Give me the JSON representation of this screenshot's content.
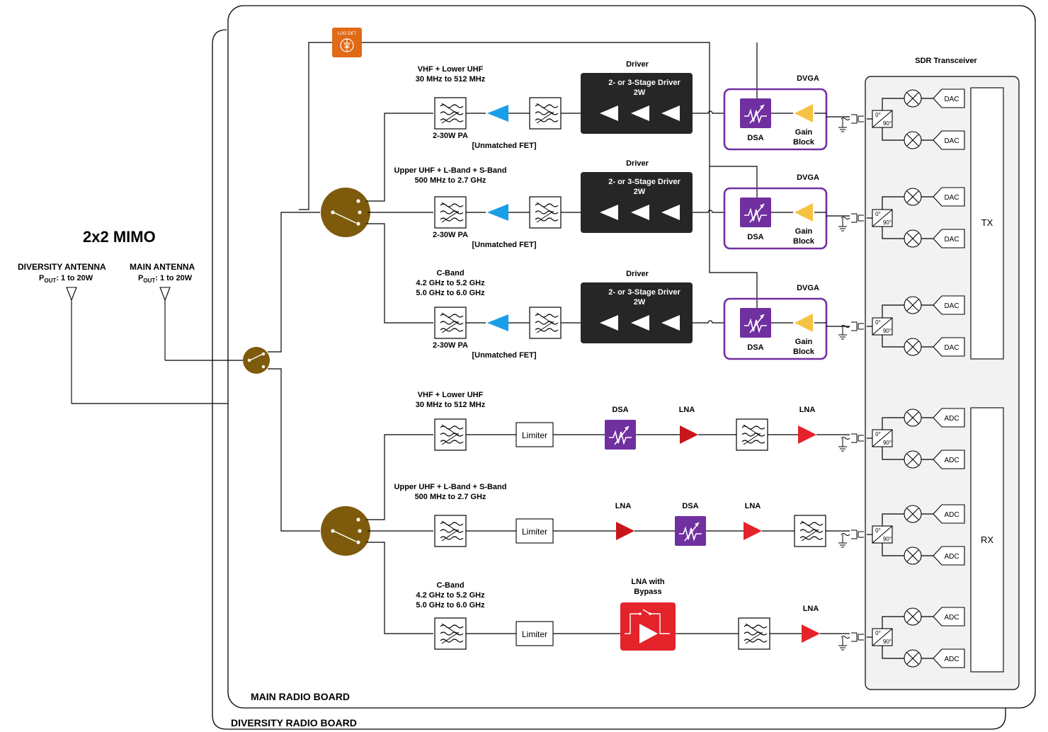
{
  "title": "2x2 MIMO",
  "diversity_antenna": {
    "name": "DIVERSITY ANTENNA",
    "pout_prefix": "P",
    "pout_sub": "OUT",
    "pout_value": ": 1 to 20W"
  },
  "main_antenna": {
    "name": "MAIN ANTENNA",
    "pout_prefix": "P",
    "pout_sub": "OUT",
    "pout_value": ": 1 to 20W"
  },
  "boards": {
    "main": "MAIN RADIO BOARD",
    "diversity": "DIVERSITY RADIO BOARD"
  },
  "log_det": "LOG DET",
  "sdr": {
    "title": "SDR Transceiver",
    "tx": "TX",
    "rx": "RX",
    "dac": "DAC",
    "adc": "ADC",
    "phase0": "0°",
    "phase90": "90°"
  },
  "tx_chains": [
    {
      "band_l1": "VHF + Lower UHF",
      "band_l2": "30 MHz to 512 MHz",
      "band_l3": "",
      "pa_l1": "2-30W PA",
      "pa_l2": "[Unmatched FET]",
      "driver_title": "Driver",
      "driver_l1": "2- or 3-Stage Driver",
      "driver_l2": "2W",
      "dvga": "DVGA",
      "dsa": "DSA",
      "gain_l1": "Gain",
      "gain_l2": "Block"
    },
    {
      "band_l1": "Upper UHF + L-Band + S-Band",
      "band_l2": "500 MHz to 2.7 GHz",
      "band_l3": "",
      "pa_l1": "2-30W PA",
      "pa_l2": "[Unmatched FET]",
      "driver_title": "Driver",
      "driver_l1": "2- or 3-Stage Driver",
      "driver_l2": "2W",
      "dvga": "DVGA",
      "dsa": "DSA",
      "gain_l1": "Gain",
      "gain_l2": "Block"
    },
    {
      "band_l1": "C-Band",
      "band_l2": "4.2 GHz to 5.2 GHz",
      "band_l3": "5.0 GHz to 6.0 GHz",
      "pa_l1": "2-30W PA",
      "pa_l2": "[Unmatched FET]",
      "driver_title": "Driver",
      "driver_l1": "2- or 3-Stage Driver",
      "driver_l2": "2W",
      "dvga": "DVGA",
      "dsa": "DSA",
      "gain_l1": "Gain",
      "gain_l2": "Block"
    }
  ],
  "rx_chains": [
    {
      "band_l1": "VHF + Lower UHF",
      "band_l2": "30 MHz to 512 MHz",
      "band_l3": "",
      "limiter": "Limiter",
      "c1": "DSA",
      "c2": "LNA",
      "c3": "LNA"
    },
    {
      "band_l1": "Upper UHF + L-Band + S-Band",
      "band_l2": "500 MHz to 2.7 GHz",
      "band_l3": "",
      "limiter": "Limiter",
      "c1": "LNA",
      "c2": "DSA",
      "c3": "LNA"
    },
    {
      "band_l1": "C-Band",
      "band_l2": "4.2 GHz to 5.2 GHz",
      "band_l3": "5.0 GHz to 6.0 GHz",
      "limiter": "Limiter",
      "c1_l1": "LNA with",
      "c1_l2": "Bypass",
      "c3": "LNA"
    }
  ],
  "colors": {
    "switch": "#7d5a0c",
    "dsa": "#7030a0",
    "pa": "#1a9ee8",
    "gain": "#f5c342",
    "lna_dark": "#c8151b",
    "lna": "#e4232a",
    "bypass": "#e4232a",
    "logdet": "#e06a16",
    "driver": "#262626",
    "sdr_bg": "#f2f2f2"
  }
}
